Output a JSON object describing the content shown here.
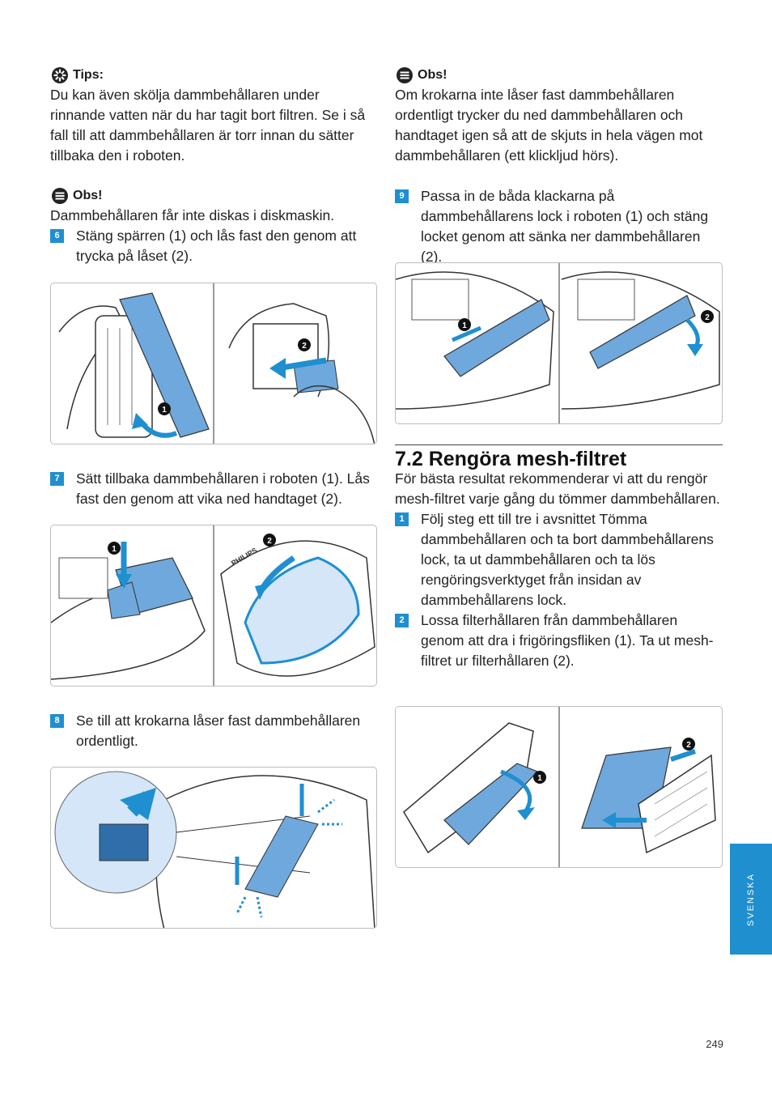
{
  "left": {
    "tips": {
      "label": "Tips:",
      "text": "Du kan även skölja dammbehållaren under rinnande vatten när du har tagit bort filtren. Se i så fall till att dammbehållaren är torr innan du sätter tillbaka den i roboten."
    },
    "obs": {
      "label": "Obs!",
      "text": "Dammbehållaren får inte diskas i diskmaskin."
    },
    "step6": {
      "num": "6",
      "text": "Stäng spärren (1) och lås fast den genom att trycka på låset (2)."
    },
    "step7": {
      "num": "7",
      "text": "Sätt tillbaka dammbehållaren i roboten (1). Lås fast den genom att vika ned handtaget (2)."
    },
    "step8": {
      "num": "8",
      "text": "Se till att krokarna låser fast dammbehållaren ordentligt."
    }
  },
  "right": {
    "obs": {
      "label": "Obs!",
      "text": "Om krokarna inte låser fast dammbehållaren ordentligt trycker du ned dammbehållaren och handtaget igen så att de skjuts in hela vägen mot dammbehållaren (ett klickljud hörs)."
    },
    "step9": {
      "num": "9",
      "text": "Passa in de båda klackarna på dammbehållarens lock i roboten (1) och stäng locket genom att sänka ner dammbehållaren (2)."
    },
    "section": {
      "title": "7.2 Rengöra mesh-filtret",
      "intro": "För bästa resultat rekommenderar vi att du rengör mesh-filtret varje gång du tömmer dammbehållaren."
    },
    "step1": {
      "num": "1",
      "text": "Följ steg ett till tre i avsnittet Tömma dammbehållaren och ta bort dammbehållarens lock, ta ut dammbehållaren och ta lös rengöringsverktyget från insidan av dammbehållarens lock."
    },
    "step2": {
      "num": "2",
      "text": "Lossa filterhållaren från dammbehållaren genom att dra i frigöringsfliken (1). Ta ut mesh-filtret ur filterhållaren (2)."
    }
  },
  "figures": {
    "callout_1": "1",
    "callout_2": "2",
    "brand": "PHILIPS"
  },
  "side_tab": "SVENSKA",
  "page_number": "249",
  "colors": {
    "accent": "#1f8fd0",
    "illustration_blue": "#6fa8dc"
  }
}
